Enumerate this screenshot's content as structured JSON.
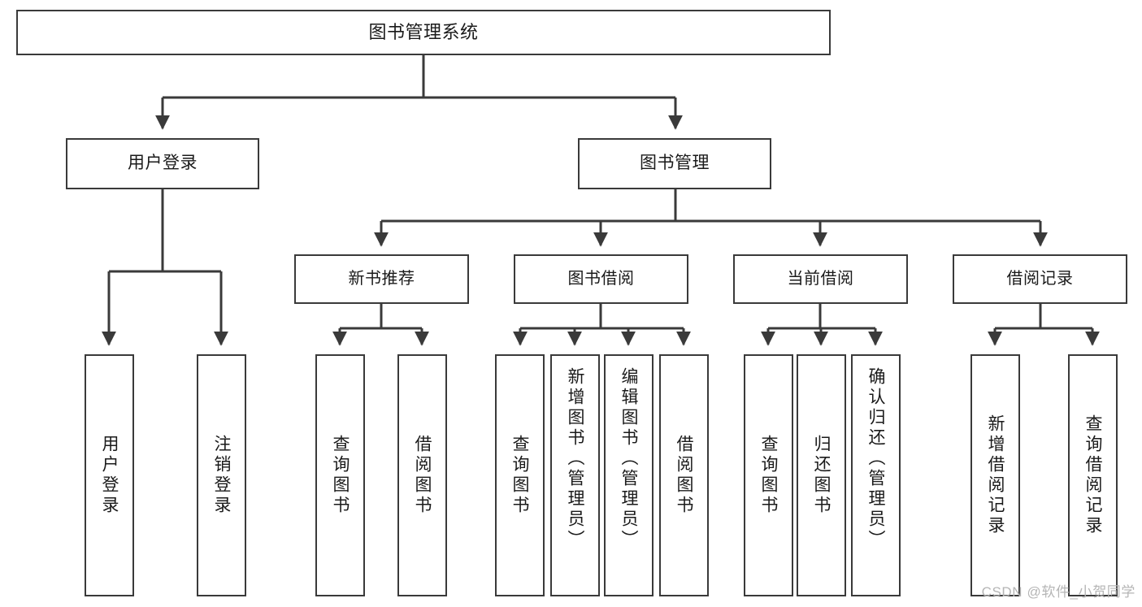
{
  "diagram": {
    "title": "图书管理系统",
    "type": "hierarchical-tree",
    "watermark": "CSDN @软件_小贺同学",
    "colors": {
      "box_border": "#3a3a3a",
      "box_fill": "#ffffff",
      "edge": "#3a3a3a",
      "text": "#1a1a1a",
      "watermark": "#b5b5b5",
      "background": "#ffffff"
    },
    "nodes": {
      "root": {
        "label": "图书管理系统"
      },
      "level1": [
        {
          "label": "用户登录"
        },
        {
          "label": "图书管理"
        }
      ],
      "level2": [
        {
          "label": "新书推荐"
        },
        {
          "label": "图书借阅"
        },
        {
          "label": "当前借阅"
        },
        {
          "label": "借阅记录"
        }
      ],
      "leaves": {
        "user_login": [
          {
            "label": "用户登录"
          },
          {
            "label": "注销登录"
          }
        ],
        "new_book": [
          {
            "label": "查询图书"
          },
          {
            "label": "借阅图书"
          }
        ],
        "book_borrow": [
          {
            "label": "查询图书"
          },
          {
            "label": "新增图书（管理员）"
          },
          {
            "label": "编辑图书（管理员）"
          },
          {
            "label": "借阅图书"
          }
        ],
        "current_borrow": [
          {
            "label": "查询图书"
          },
          {
            "label": "归还图书"
          },
          {
            "label": "确认归还（管理员）"
          }
        ],
        "borrow_record": [
          {
            "label": "新增借阅记录"
          },
          {
            "label": "查询借阅记录"
          }
        ]
      }
    }
  }
}
